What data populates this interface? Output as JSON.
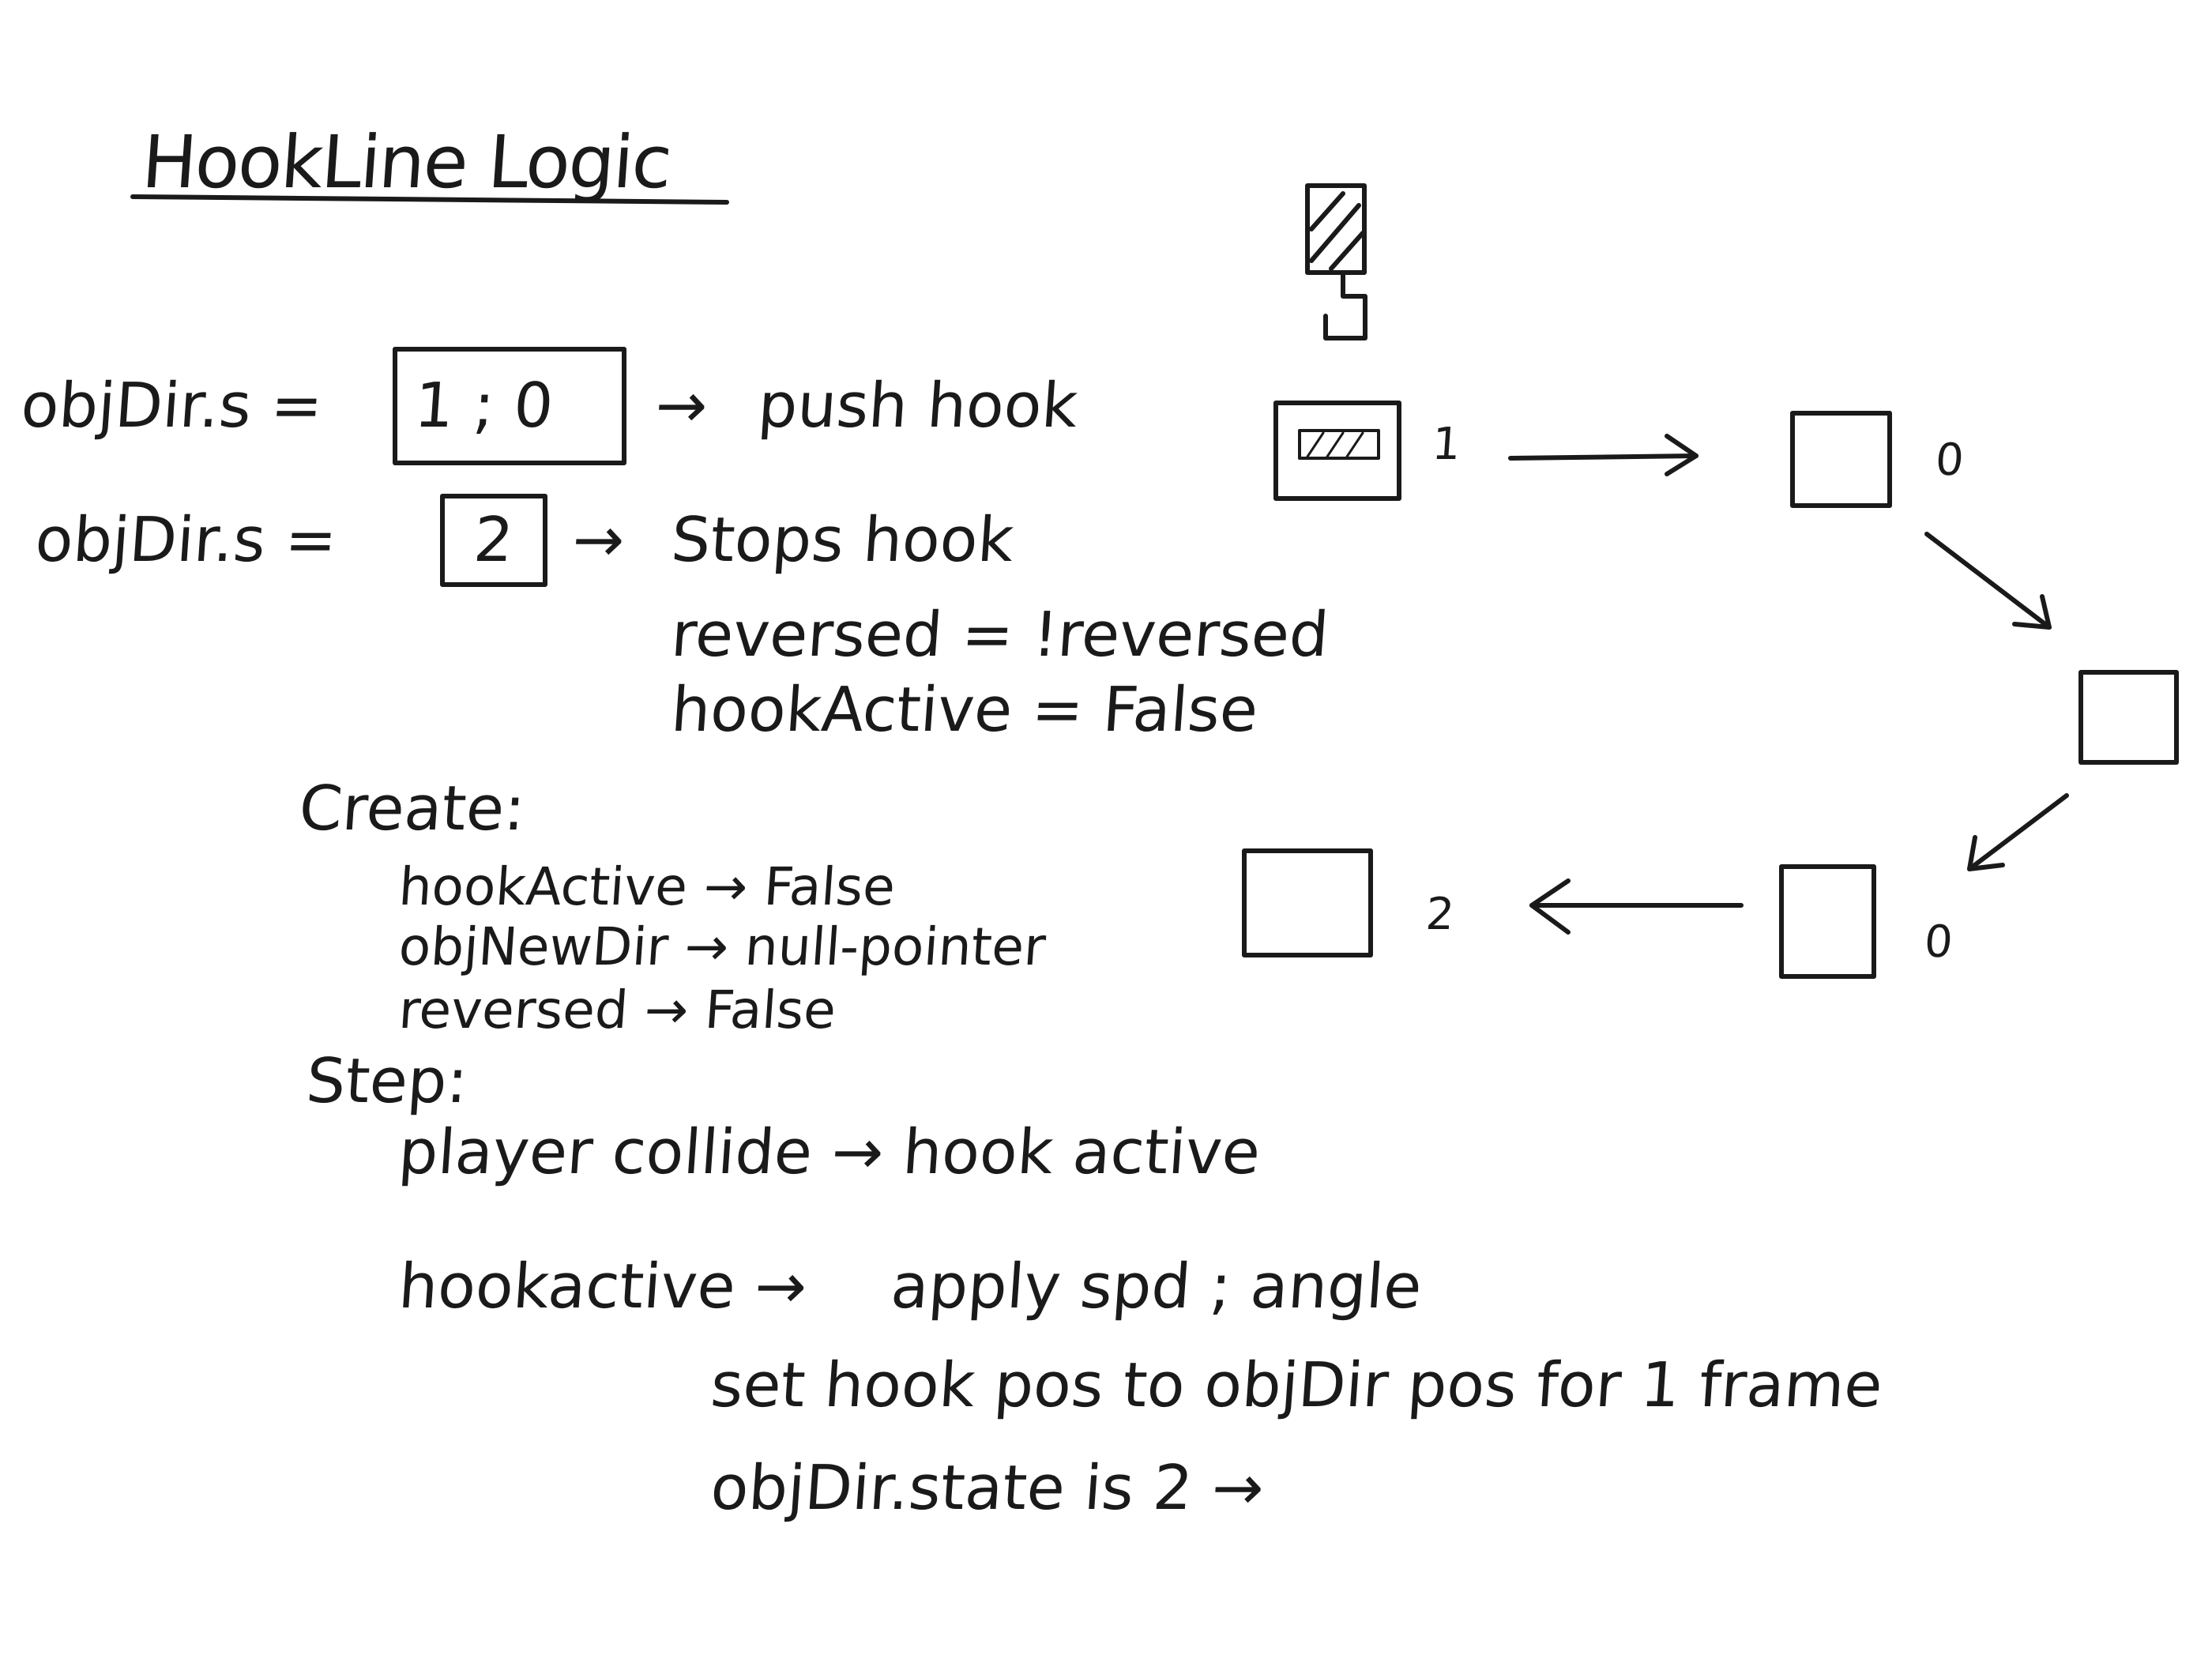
{
  "title": "HookLine Logic",
  "rules": [
    {
      "lhs": "objDir.s =",
      "values": "1 ; 0",
      "arrow": "→",
      "result": "push hook"
    },
    {
      "lhs": "objDir.s =",
      "values": "2",
      "arrow": "→",
      "result": "Stops hook",
      "effects": [
        "reversed = !reversed",
        "hookActive = False"
      ]
    }
  ],
  "create": {
    "heading": "Create:",
    "items": [
      "hookActive → False",
      "objNewDir → null-pointer",
      "reversed → False"
    ]
  },
  "step": {
    "heading": "Step:",
    "collide": "player collide → hook active",
    "hookactive_label": "hookactive →",
    "actions": [
      "apply spd ; angle",
      "set hook pos to objDir pos for 1 frame",
      "objDir.state is 2 →"
    ]
  },
  "diagram": {
    "labels": [
      "1",
      "0",
      "0",
      "2"
    ],
    "ink_color": "#1a1a1a"
  }
}
